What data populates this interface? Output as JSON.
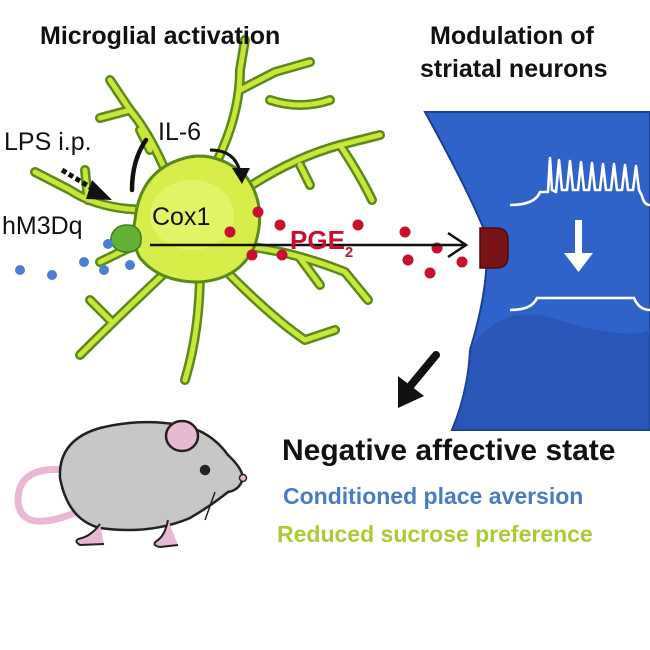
{
  "labels": {
    "microglial_activation": "Microglial activation",
    "modulation_line1": "Modulation of",
    "modulation_line2": "striatal neurons",
    "lps": "LPS i.p.",
    "il6": "IL-6",
    "hm3dq": "hM3Dq",
    "cox1": "Cox1",
    "pge": "PGE",
    "pge_subscript": "2",
    "negative_state": "Negative affective state",
    "conditioned_place_aversion": "Conditioned place aversion",
    "reduced_sucrose_preference": "Reduced sucrose preference"
  },
  "colors": {
    "microglia_fill": "#c9e63c",
    "microglia_outline": "#5c8a1a",
    "neuron_blue": "#2f63c9",
    "pge_red": "#c8102e",
    "receptor_dark_red": "#7a1318",
    "ligand_blue_dots": "#4a7fd4",
    "aversion_text": "#4a7cc4",
    "sucrose_text": "#a9cc35",
    "mouse_body": "#c7c7c7",
    "mouse_pink": "#e9b9d3"
  },
  "icons": {
    "microglia": "microglia-cell-icon",
    "neuron": "striatal-neuron-icon",
    "mouse": "mouse-icon",
    "receptor": "receptor-icon",
    "trace_before": "action-potential-trace-icon",
    "trace_after": "suppressed-trace-icon"
  }
}
